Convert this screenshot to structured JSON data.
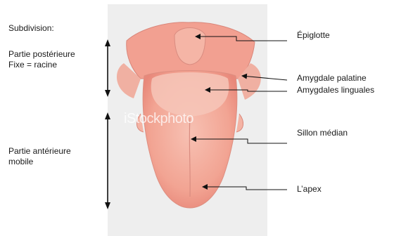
{
  "heading": "Subdivision:",
  "regions": {
    "posterior_line1": "Partie postérieure",
    "posterior_line2": "Fixe = racine",
    "anterior_line1": "Partie antérieure",
    "anterior_line2": "mobile"
  },
  "labels": {
    "epiglotte": "Épiglotte",
    "amygdale_palatine": "Amygdale palatine",
    "amygdales_linguales": "Amygdales linguales",
    "sillon_median": "Sillon médian",
    "apex": "L’apex"
  },
  "watermark": "iStockphoto",
  "colors": {
    "tongue": "#f2a493",
    "tongue_dark": "#e8887a",
    "background_panel": "#eeeeee",
    "arrow": "#111111"
  }
}
